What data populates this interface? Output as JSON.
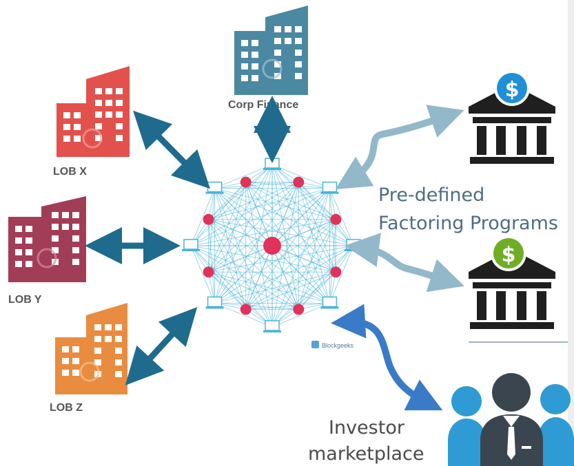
{
  "nodes": {
    "lob_x": {
      "label": "LOB X",
      "color": "#e2514c"
    },
    "lob_y": {
      "label": "LOB Y",
      "color": "#a23d57"
    },
    "lob_z": {
      "label": "LOB Z",
      "color": "#e98c3f"
    },
    "corp_finance": {
      "label": "Corp Finance",
      "color": "#4b88a2"
    }
  },
  "banks": [
    {
      "symbol": "$",
      "coin_color": "#1e90d6"
    },
    {
      "symbol": "$",
      "coin_color": "#6fae24"
    }
  ],
  "labels": {
    "factoring_line1": "Pre-defined",
    "factoring_line2": "Factoring Programs",
    "investor_line1": "Investor",
    "investor_line2": "marketplace"
  },
  "blockchain": {
    "watermark": "Blockgeeks"
  },
  "colors": {
    "arrow_dark": "#1f6b8e",
    "arrow_light": "#93b8c9",
    "arrow_blue": "#3a7bc8",
    "network_line": "#4ab3d8",
    "network_node": "#e0325a",
    "bank": "#1f1f1f",
    "people": "#2f9bd4",
    "person_center": "#3b4550"
  }
}
